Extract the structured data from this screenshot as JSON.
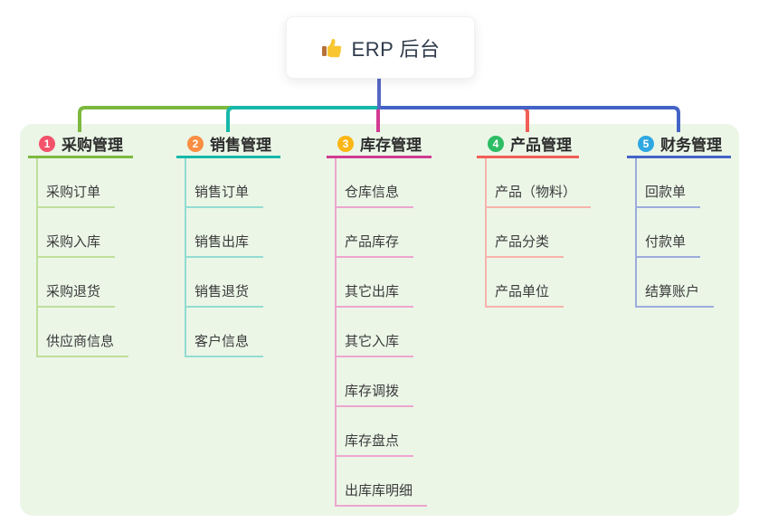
{
  "root": {
    "label": "ERP 后台",
    "icon": "thumbs-up-icon"
  },
  "canvas": {
    "background_color": "#ffffff",
    "panel_color": "#ebf6e7",
    "root_line_color": "#5668c5"
  },
  "branches": [
    {
      "badge": "1",
      "title": "采购管理",
      "color": "#7cb93e",
      "light_color": "#bfdf9a",
      "badge_color": "#f4526b",
      "children": [
        "采购订单",
        "采购入库",
        "采购退货",
        "供应商信息"
      ]
    },
    {
      "badge": "2",
      "title": "销售管理",
      "color": "#16b8aa",
      "light_color": "#93dcd2",
      "badge_color": "#fa8e42",
      "children": [
        "销售订单",
        "销售出库",
        "销售退货",
        "客户信息"
      ]
    },
    {
      "badge": "3",
      "title": "库存管理",
      "color": "#d23a92",
      "light_color": "#eda6ce",
      "badge_color": "#fbb615",
      "children": [
        "仓库信息",
        "产品库存",
        "其它出库",
        "其它入库",
        "库存调拨",
        "库存盘点",
        "出库库明细"
      ]
    },
    {
      "badge": "4",
      "title": "产品管理",
      "color": "#f15e56",
      "light_color": "#f8b3ab",
      "badge_color": "#2dbd64",
      "children": [
        "产品（物料）",
        "产品分类",
        "产品单位"
      ]
    },
    {
      "badge": "5",
      "title": "财务管理",
      "color": "#4463c6",
      "light_color": "#9cabdc",
      "badge_color": "#2fa8e2",
      "children": [
        "回款单",
        "付款单",
        "结算账户"
      ]
    }
  ]
}
